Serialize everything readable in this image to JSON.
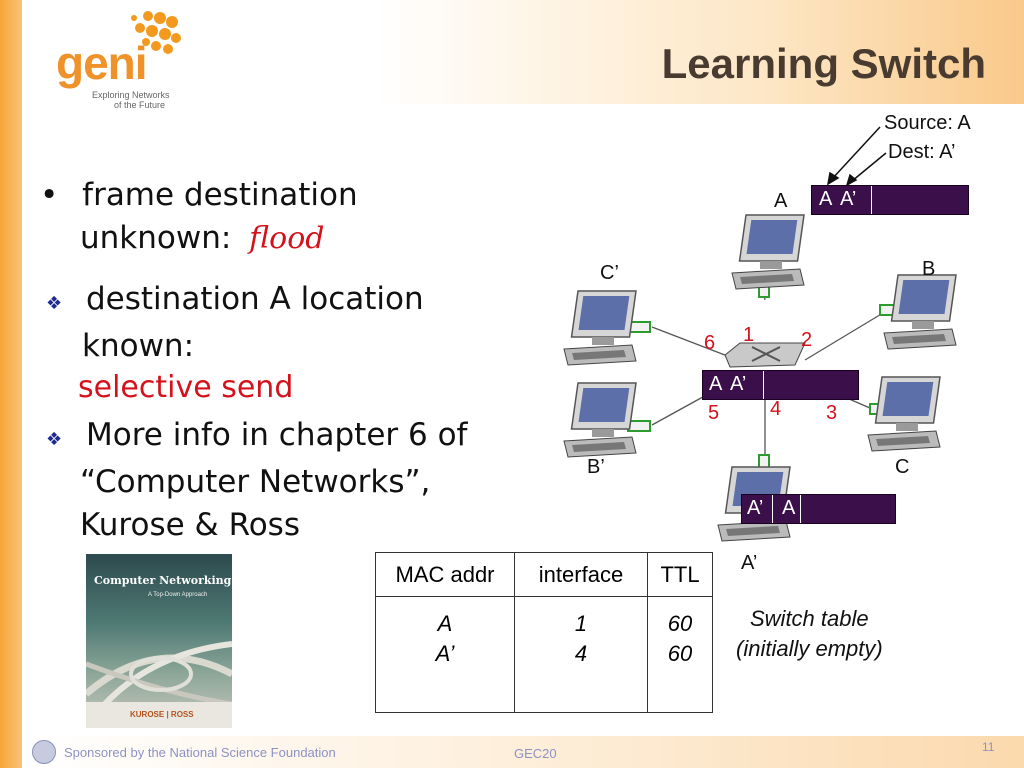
{
  "slide": {
    "title": "Learning Switch",
    "logo": {
      "name": "geni",
      "tagline1": "Exploring Networks",
      "tagline2": "of the Future"
    }
  },
  "bullets": [
    {
      "line1": "frame destination",
      "line2": "unknown:",
      "emph": "flood"
    },
    {
      "line1": "destination A location",
      "line2": "known:",
      "emph": "selective send"
    },
    {
      "line1": "More info in chapter 6 of",
      "line2": "“Computer Networks”,",
      "line3": "Kurose & Ross"
    }
  ],
  "book": {
    "title": "Computer Networking",
    "subtitle": "A Top-Down Approach",
    "authors": "KUROSE | ROSS"
  },
  "diagram": {
    "callout_source": "Source: A",
    "callout_dest": "Dest: A’",
    "hosts": {
      "A": "A",
      "B": "B",
      "C": "C",
      "A_prime": "A’",
      "B_prime": "B’",
      "C_prime": "C’"
    },
    "ports": [
      "1",
      "2",
      "3",
      "4",
      "5",
      "6"
    ],
    "frames": [
      {
        "f1": "A",
        "f2": "A’"
      },
      {
        "f1": "A",
        "f2": "A’"
      },
      {
        "f1": "A’",
        "f2": "A"
      }
    ],
    "colors": {
      "frame": "#3a0f4a",
      "port_label": "#d4121c",
      "link_port": "#2e9b2e"
    }
  },
  "switch_table": {
    "headers": [
      "MAC addr",
      "interface",
      "TTL"
    ],
    "rows": [
      {
        "mac": "A",
        "iface": "1",
        "ttl": "60"
      },
      {
        "mac": "A’",
        "iface": "4",
        "ttl": "60"
      }
    ],
    "caption1": "Switch table",
    "caption2": "(initially empty)"
  },
  "footer": {
    "sponsor": "Sponsored by the National Science Foundation",
    "event": "GEC20",
    "page": "11"
  }
}
